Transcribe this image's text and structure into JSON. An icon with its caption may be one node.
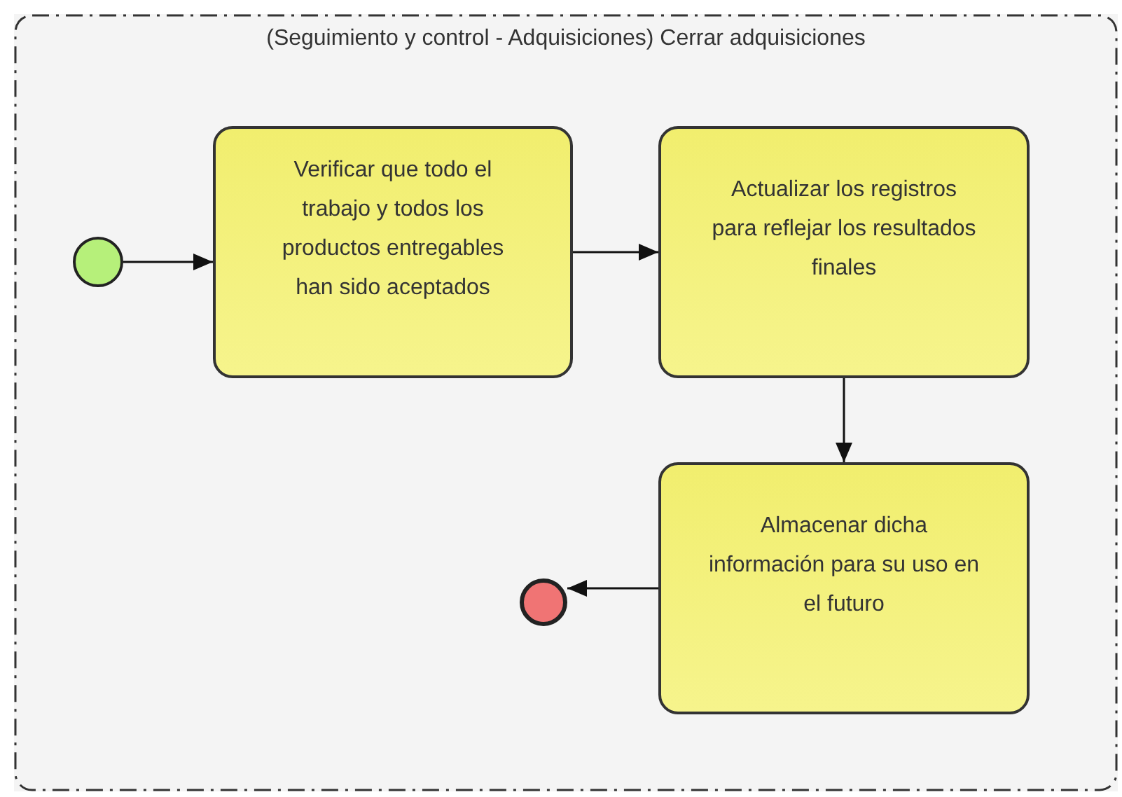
{
  "diagram": {
    "nodes": [
      {
        "text": [
          "(Seguimiento y control - Adquisiciones) Cerrar adquisiciones"
        ]
      },
      {
        "text": [],
        "shape": "circle",
        "in": 0
      },
      {
        "text": [
          "Verificar que todo el trabajo y todos los productos entregables han sido aceptados"
        ],
        "in": 0
      },
      {
        "text": [
          "Actualizar los registros para reflejar los resultados finales"
        ],
        "in": 0
      },
      {
        "text": [
          "Almacenar dicha información para su uso en el futuro"
        ],
        "in": 0
      },
      {
        "text": [],
        "shape": "circle",
        "in": 0
      }
    ],
    "edges": [
      {
        "from": 1,
        "to": 2,
        "arrow": "to"
      },
      {
        "from": 2,
        "to": 3,
        "arrow": "to"
      },
      {
        "from": 3,
        "to": 4,
        "arrow": "to"
      },
      {
        "from": 4,
        "to": 5,
        "arrow": "to"
      }
    ]
  }
}
